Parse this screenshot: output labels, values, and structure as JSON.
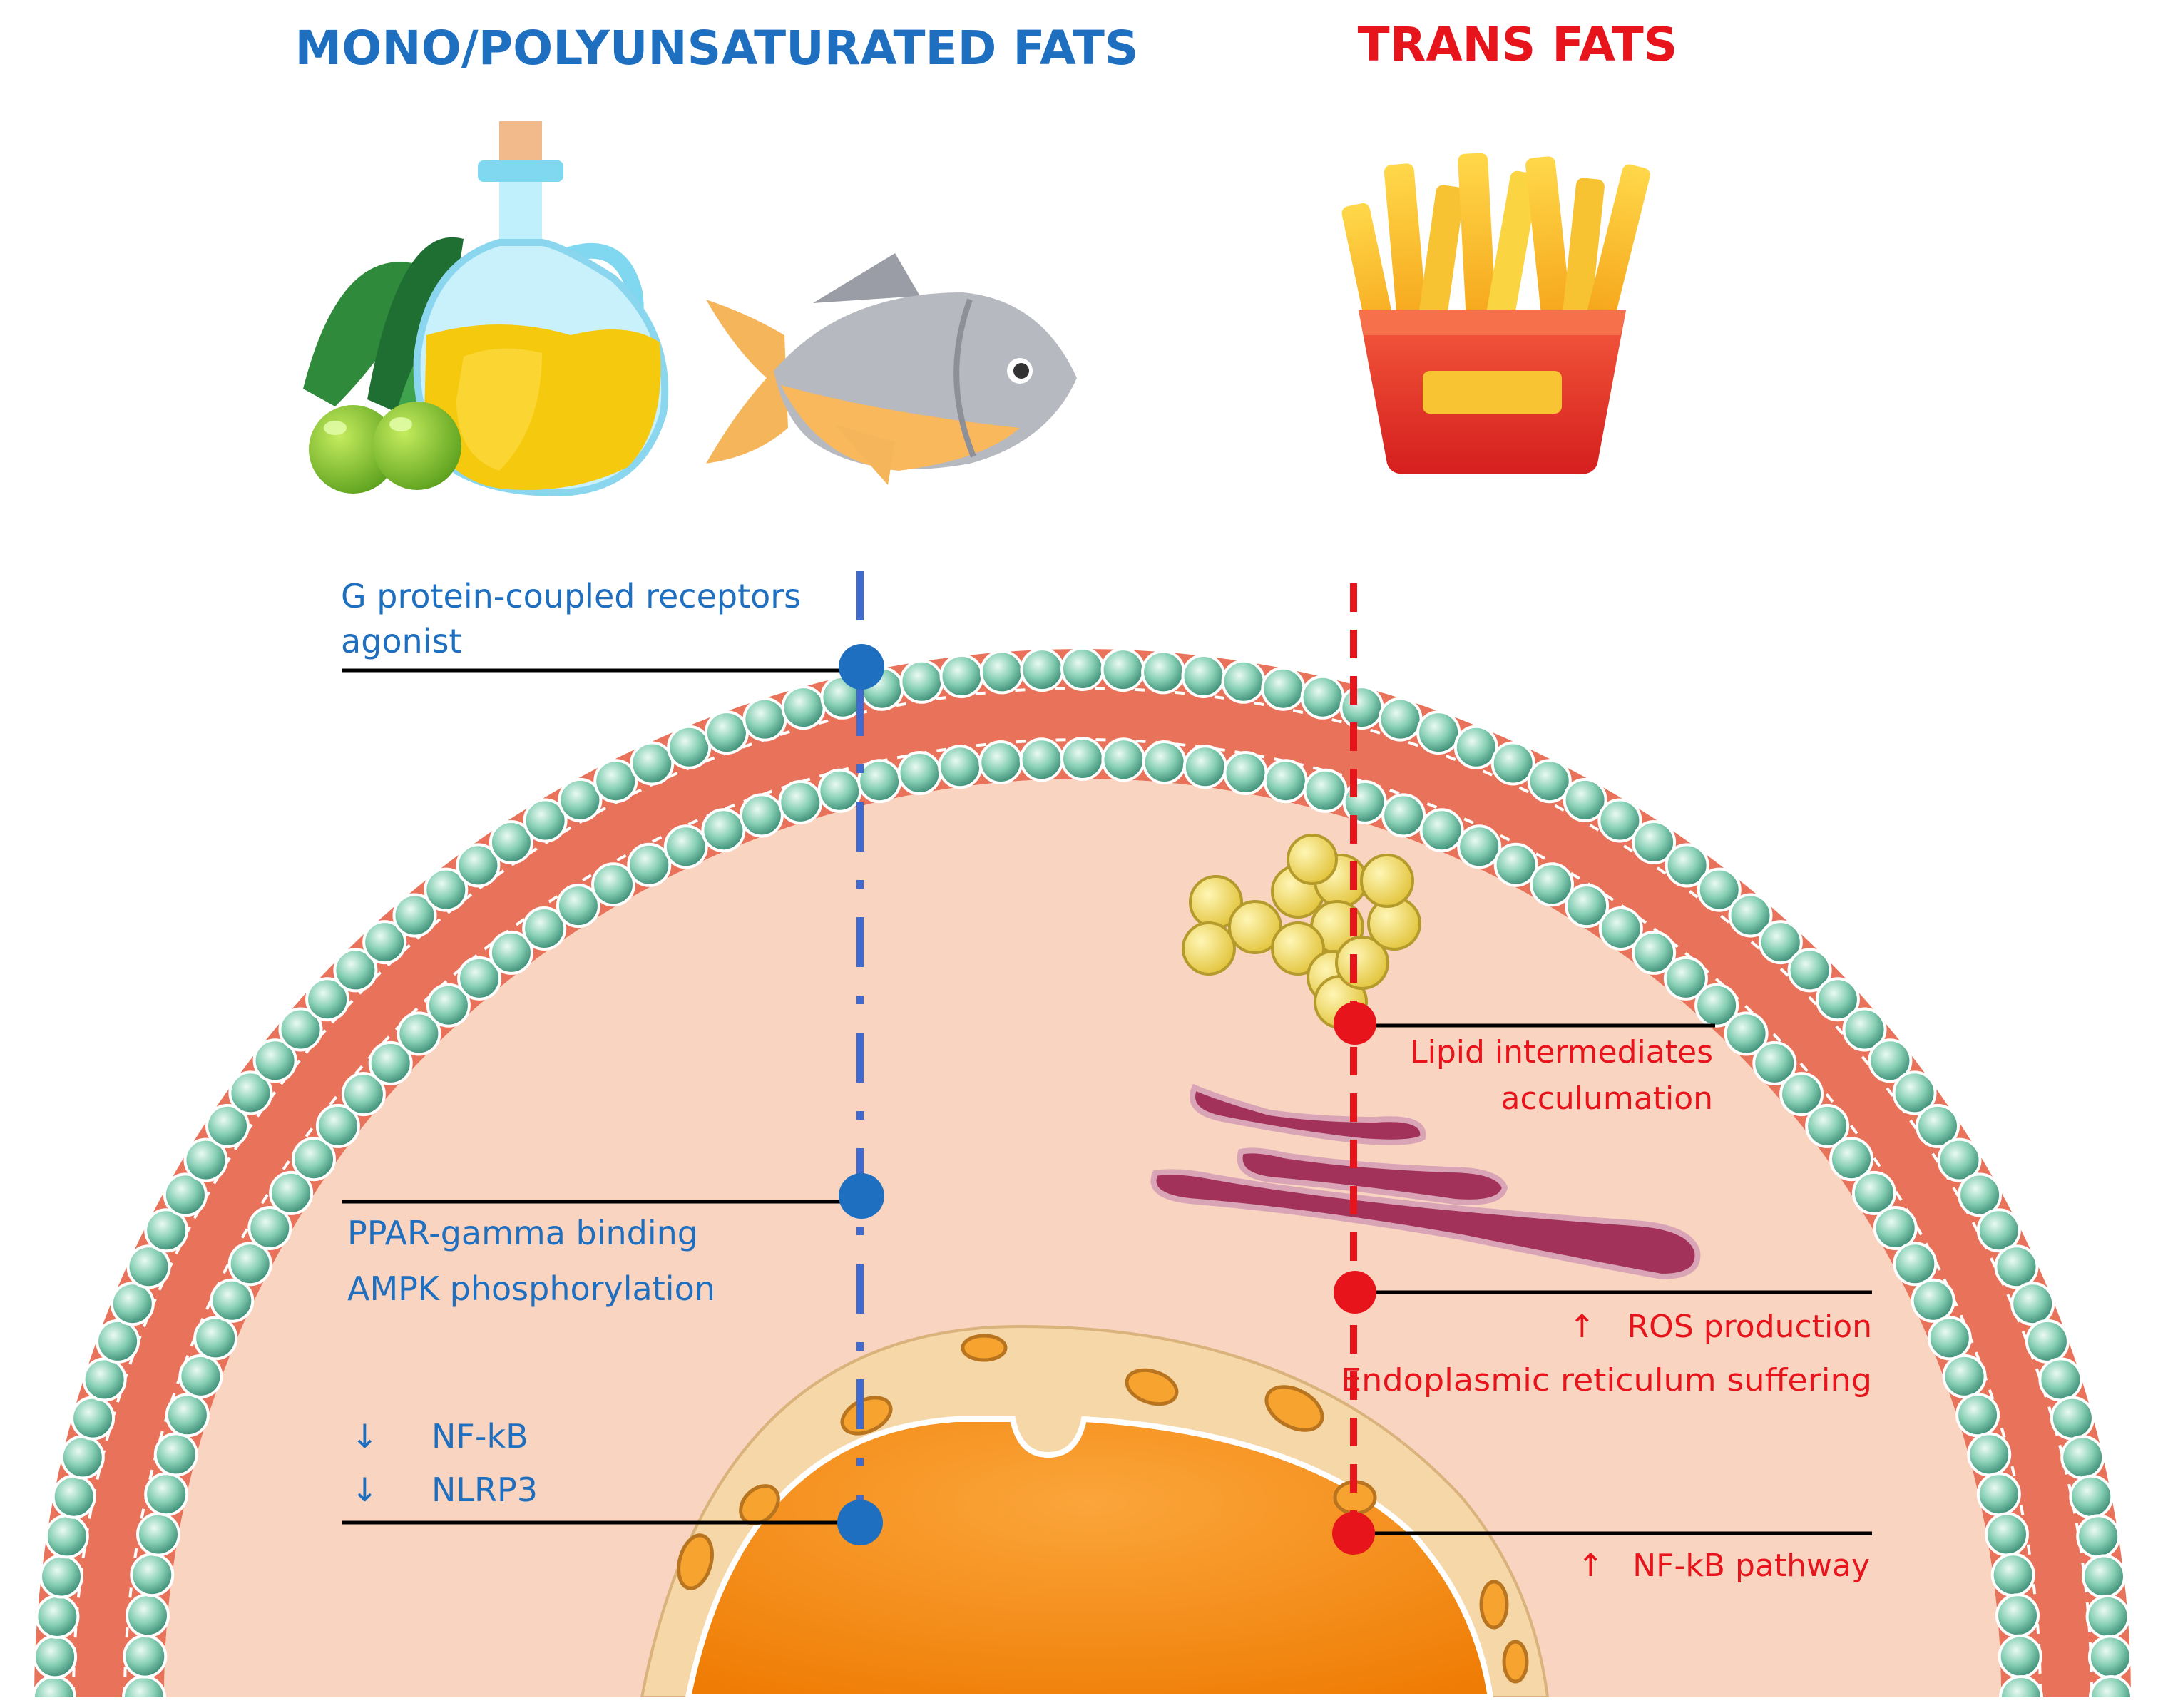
{
  "titles": {
    "left": "MONO/POLYUNSATURATED FATS",
    "right": "TRANS FATS"
  },
  "colors": {
    "good": "#1f6fc0",
    "bad": "#e8141b",
    "membrane_head": "#7fc9b0",
    "membrane_tail": "#e8795b",
    "cytoplasm": "#f9d3bf",
    "nucleus": "#f58a0b",
    "nuclear_envelope": "#f6d6a6",
    "lipid_droplet": "#f0db6a",
    "er": "#9c3150"
  },
  "icons": {
    "left": [
      "olive-oil-icon",
      "olives-icon",
      "fish-icon"
    ],
    "right": [
      "french-fries-icon"
    ]
  },
  "left_annotations": {
    "gpcr_line1": "G protein-coupled receptors",
    "gpcr_line2": "agonist",
    "ppar_line1": "PPAR-gamma binding",
    "ppar_line2": "AMPK phosphorylation",
    "nfkb_arrow": "↓",
    "nfkb": "NF-kB",
    "nlrp3_arrow": "↓",
    "nlrp3": "NLRP3"
  },
  "right_annotations": {
    "lipid_line1": "Lipid intermediates",
    "lipid_line2": "acculumation",
    "ros_arrow": "↑",
    "ros": "ROS production",
    "er_stress": "Endoplasmic reticulum suffering",
    "nfkb_arrow": "↑",
    "nfkb": "NF-kB pathway"
  }
}
